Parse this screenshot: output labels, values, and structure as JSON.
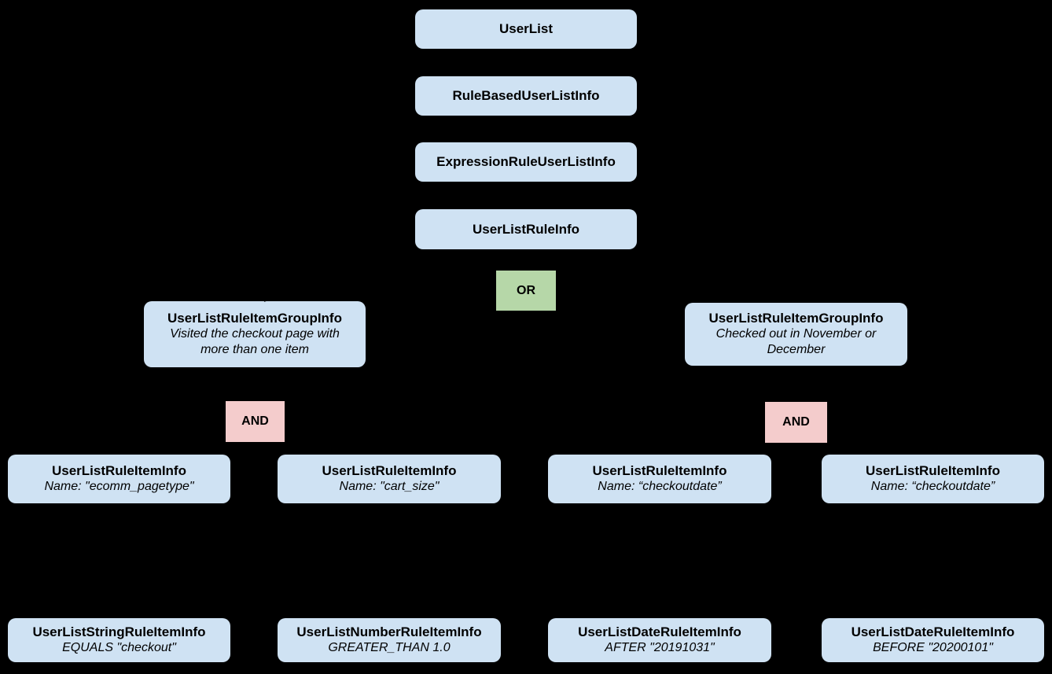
{
  "diagram": {
    "background_color": "#000000",
    "colors": {
      "node_fill": "#cfe2f3",
      "or_fill": "#b6d7a8",
      "and_fill": "#f4cccc",
      "text": "#000000"
    },
    "chain": [
      {
        "label": "UserList"
      },
      {
        "label": "RuleBasedUserListInfo"
      },
      {
        "label": "ExpressionRuleUserListInfo"
      },
      {
        "label": "UserListRuleInfo"
      }
    ],
    "operators": {
      "or": "OR",
      "and_left": "AND",
      "and_right": "AND"
    },
    "groups": [
      {
        "title": "UserListRuleItemGroupInfo",
        "description": "Visited the checkout page with more than one item"
      },
      {
        "title": "UserListRuleItemGroupInfo",
        "description": "Checked out in November or December"
      }
    ],
    "rule_items": [
      {
        "title": "UserListRuleItemInfo",
        "description": "Name: \"ecomm_pagetype\""
      },
      {
        "title": "UserListRuleItemInfo",
        "description": "Name: \"cart_size\""
      },
      {
        "title": "UserListRuleItemInfo",
        "description": "Name: “checkoutdate”"
      },
      {
        "title": "UserListRuleItemInfo",
        "description": "Name: “checkoutdate”"
      }
    ],
    "leaf_items": [
      {
        "title": "UserListStringRuleItemInfo",
        "description": "EQUALS \"checkout\""
      },
      {
        "title": "UserListNumberRuleItemInfo",
        "description": "GREATER_THAN 1.0"
      },
      {
        "title": "UserListDateRuleItemInfo",
        "description": "AFTER \"20191031\""
      },
      {
        "title": "UserListDateRuleItemInfo",
        "description": "BEFORE \"20200101\""
      }
    ]
  }
}
